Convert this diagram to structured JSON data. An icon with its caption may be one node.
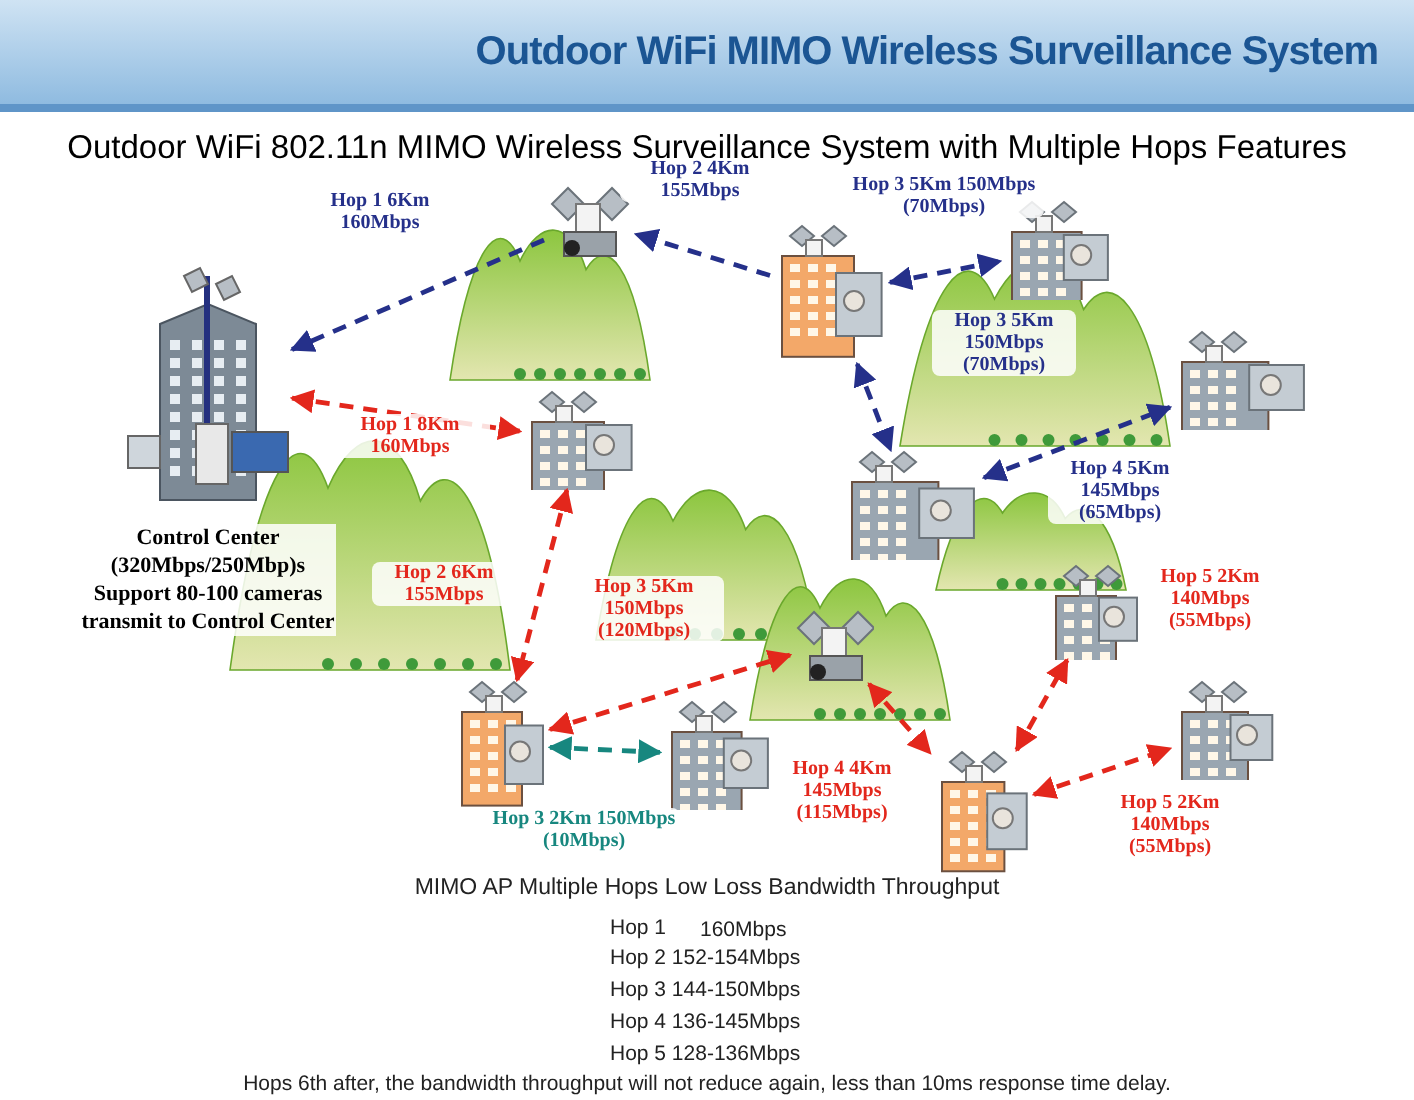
{
  "diagram": {
    "title": "Outdoor WiFi MIMO Wireless Surveillance System",
    "nodes": [
      {
        "text": [],
        "shape": "picture",
        "beside": [
          "Control Center (320Mbps/250Mbp)s Support 80-100 cameras transmit to Control Center"
        ]
      },
      {
        "text": [],
        "shape": "picture"
      },
      {
        "text": [],
        "shape": "picture"
      },
      {
        "text": [],
        "shape": "picture"
      },
      {
        "text": [],
        "shape": "picture"
      },
      {
        "text": [],
        "shape": "picture"
      },
      {
        "text": [],
        "shape": "picture"
      },
      {
        "text": [],
        "shape": "picture"
      },
      {
        "text": [],
        "shape": "picture"
      },
      {
        "text": [],
        "shape": "picture"
      },
      {
        "text": [],
        "shape": "picture"
      },
      {
        "text": [],
        "shape": "picture"
      },
      {
        "text": [],
        "shape": "picture"
      }
    ],
    "edges": [
      {
        "from": 1,
        "to": 0,
        "arrow": "to",
        "label": "Hop 1 6Km 160Mbps",
        "style": "dashed",
        "color": "#25308a"
      },
      {
        "from": 2,
        "to": 1,
        "arrow": "to",
        "label": "Hop 2 4Km 155Mbps",
        "style": "dashed",
        "color": "#25308a"
      },
      {
        "from": 2,
        "to": 3,
        "arrow": "both",
        "label": "Hop 3 5Km 150Mbps (70Mbps)",
        "style": "dashed",
        "color": "#25308a"
      },
      {
        "from": 2,
        "to": 5,
        "arrow": "both",
        "label": "Hop 3 5Km 150Mbps (70Mbps)",
        "style": "dashed",
        "color": "#25308a"
      },
      {
        "from": 5,
        "to": 4,
        "arrow": "both",
        "label": "Hop 4 5Km 145Mbps (65Mbps)",
        "style": "dashed",
        "color": "#25308a"
      },
      {
        "from": 0,
        "to": 6,
        "arrow": "both",
        "label": "Hop 1 8Km 160Mbps",
        "style": "dashed"
      },
      {
        "from": 6,
        "to": 7,
        "arrow": "both",
        "label": "Hop 2 6Km 155Mbps",
        "style": "dashed"
      },
      {
        "from": 7,
        "to": 9,
        "arrow": "both",
        "label": "Hop 3 5Km 150Mbps (120Mbps)",
        "style": "dashed"
      },
      {
        "from": 9,
        "to": 10,
        "arrow": "both",
        "label": "Hop 4 4Km 145Mbps (115Mbps)",
        "style": "dashed"
      },
      {
        "from": 10,
        "to": 11,
        "arrow": "both",
        "label": "Hop 5 2Km 140Mbps (55Mbps)",
        "style": "dashed"
      },
      {
        "from": 10,
        "to": 12,
        "arrow": "both",
        "label": "Hop 5 2Km 140Mbps (55Mbps)",
        "style": "dashed"
      },
      {
        "from": 7,
        "to": 8,
        "arrow": "both",
        "label": "Hop 3 2Km 150Mbps (10Mbps)",
        "style": "dashed",
        "color": "#17877f"
      }
    ],
    "labels": [
      "Outdoor WiFi 802.11n MIMO Wireless Surveillance System with Multiple Hops Features",
      "MIMO AP Multiple Hops Low Loss Bandwidth Throughput",
      "Hop 1",
      "160Mbps",
      "Hop 2 152-154Mbps",
      "Hop 3 144-150Mbps",
      "Hop 4 136-145Mbps",
      "Hop 5 128-136Mbps",
      "Hops 6th after, the bandwidth throughput will not reduce again, less than 10ms response time delay."
    ]
  }
}
